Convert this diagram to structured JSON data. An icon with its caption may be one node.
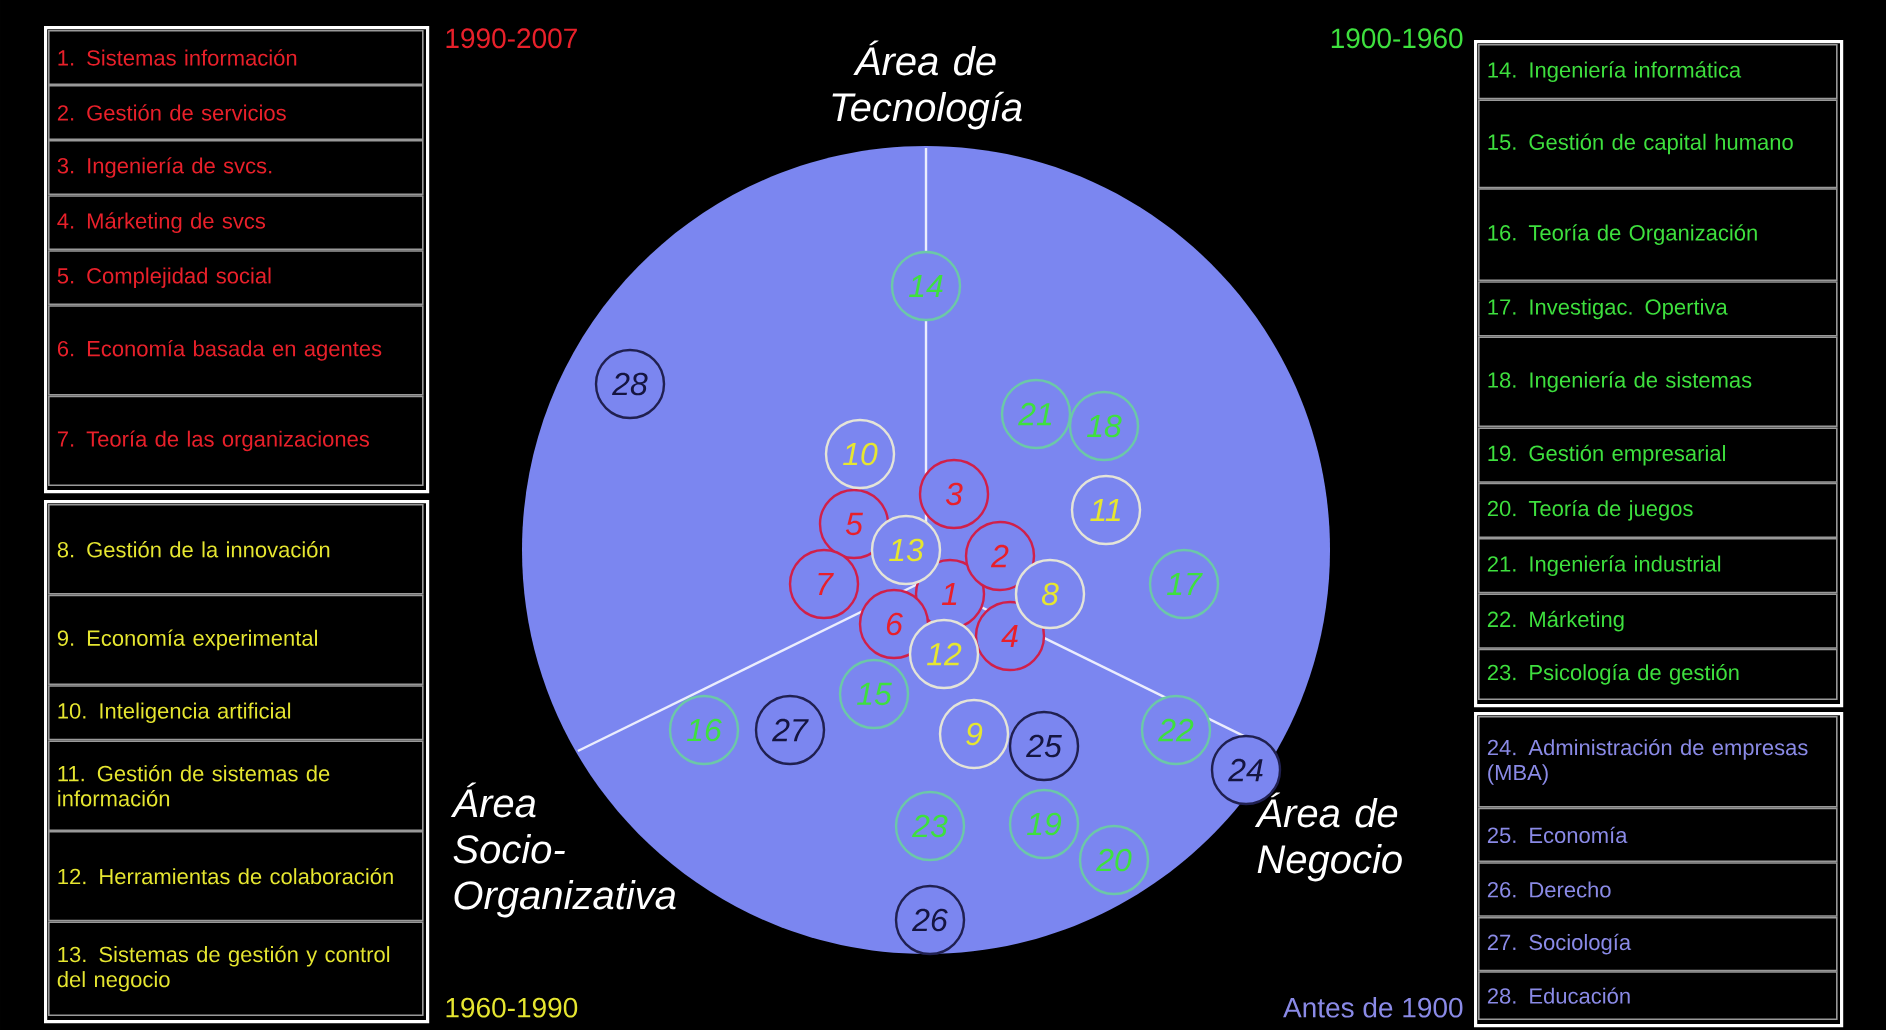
{
  "diagram": {
    "nodes": [
      {
        "text": [],
        "shape": "box",
        "beside": [
          "1990-2007"
        ]
      },
      {
        "text": [
          "1. Sistemas información"
        ],
        "in": 0
      },
      {
        "text": [
          "2. Gestión de servicios"
        ],
        "in": 0
      },
      {
        "text": [
          "3. Ingeniería de svcs."
        ],
        "in": 0
      },
      {
        "text": [
          "4. Márketing de svcs"
        ],
        "in": 0
      },
      {
        "text": [
          "5. Complejidad social"
        ],
        "in": 0
      },
      {
        "text": [
          "6. Economía basada en agentes"
        ],
        "in": 0
      },
      {
        "text": [
          "7. Teoría de las organizaciones"
        ],
        "in": 0
      },
      {
        "text": [],
        "shape": "box",
        "beside": [
          "1960-1990"
        ]
      },
      {
        "text": [
          "8. Gestión de la innovación"
        ],
        "in": 8
      },
      {
        "text": [
          "9. Economía experimental"
        ],
        "in": 8
      },
      {
        "text": [
          "10. Inteligencia artificial"
        ],
        "in": 8
      },
      {
        "text": [
          "11. Gestión de sistemas de información"
        ],
        "in": 8
      },
      {
        "text": [
          "12. Herramientas de colaboración"
        ],
        "in": 8
      },
      {
        "text": [
          "13. Sistemas de gestión y control del negocio"
        ],
        "in": 8
      },
      {
        "text": [],
        "shape": "box",
        "beside": [
          "1900-1960"
        ]
      },
      {
        "text": [
          "14. Ingeniería informática"
        ],
        "in": 15
      },
      {
        "text": [
          "15. Gestión de capital humano"
        ],
        "in": 15
      },
      {
        "text": [
          "16. Teoría de Organización"
        ],
        "in": 15
      },
      {
        "text": [
          "17. Investigac.  Opertiva"
        ],
        "in": 15
      },
      {
        "text": [
          "18. Ingeniería de sistemas"
        ],
        "in": 15
      },
      {
        "text": [
          "19. Gestión empresarial"
        ],
        "in": 15
      },
      {
        "text": [
          "20. Teoría de juegos"
        ],
        "in": 15
      },
      {
        "text": [
          "21. Ingeniería industrial"
        ],
        "in": 15
      },
      {
        "text": [
          "22. Márketing"
        ],
        "in": 15
      },
      {
        "text": [
          "23. Psicología de gestión"
        ],
        "in": 15
      },
      {
        "text": [],
        "shape": "box",
        "beside": [
          "Antes de 1900"
        ]
      },
      {
        "text": [
          "24. Administración de empresas (MBA)"
        ],
        "in": 26
      },
      {
        "text": [
          "25. Economía"
        ],
        "in": 26
      },
      {
        "text": [
          "26. Derecho"
        ],
        "in": 26
      },
      {
        "text": [
          "27. Sociología"
        ],
        "in": 26
      },
      {
        "text": [
          "28. Educación"
        ],
        "in": 26
      },
      {
        "text": [],
        "shape": "circle"
      },
      {
        "text": [
          "1"
        ],
        "in": 32
      },
      {
        "text": [
          "2"
        ],
        "in": 32
      },
      {
        "text": [
          "3"
        ],
        "in": 32
      },
      {
        "text": [
          "4"
        ],
        "in": 32
      },
      {
        "text": [
          "5"
        ],
        "in": 32
      },
      {
        "text": [
          "6"
        ],
        "in": 32
      },
      {
        "text": [
          "7"
        ],
        "in": 32
      },
      {
        "text": [
          "8"
        ],
        "in": 32
      },
      {
        "text": [
          "9"
        ],
        "in": 32
      },
      {
        "text": [
          "10"
        ],
        "in": 32
      },
      {
        "text": [
          "11"
        ],
        "in": 32
      },
      {
        "text": [
          "12"
        ],
        "in": 32
      },
      {
        "text": [
          "13"
        ],
        "in": 32
      },
      {
        "text": [
          "14"
        ],
        "in": 32
      },
      {
        "text": [
          "15"
        ],
        "in": 32
      },
      {
        "text": [
          "16"
        ],
        "in": 32
      },
      {
        "text": [
          "17"
        ],
        "in": 32
      },
      {
        "text": [
          "18"
        ],
        "in": 32
      },
      {
        "text": [
          "19"
        ],
        "in": 32
      },
      {
        "text": [
          "20"
        ],
        "in": 32
      },
      {
        "text": [
          "21"
        ],
        "in": 32
      },
      {
        "text": [
          "22"
        ],
        "in": 32
      },
      {
        "text": [
          "23"
        ],
        "in": 32
      },
      {
        "text": [
          "24"
        ],
        "in": 32
      },
      {
        "text": [
          "25"
        ],
        "in": 32
      },
      {
        "text": [
          "26"
        ],
        "in": 32
      },
      {
        "text": [
          "27"
        ],
        "in": 32
      },
      {
        "text": [
          "28"
        ],
        "in": 32
      }
    ],
    "labels": [
      "Área de Tecnología",
      "Área Socio-Organizativa",
      "Área de Negocio"
    ]
  }
}
